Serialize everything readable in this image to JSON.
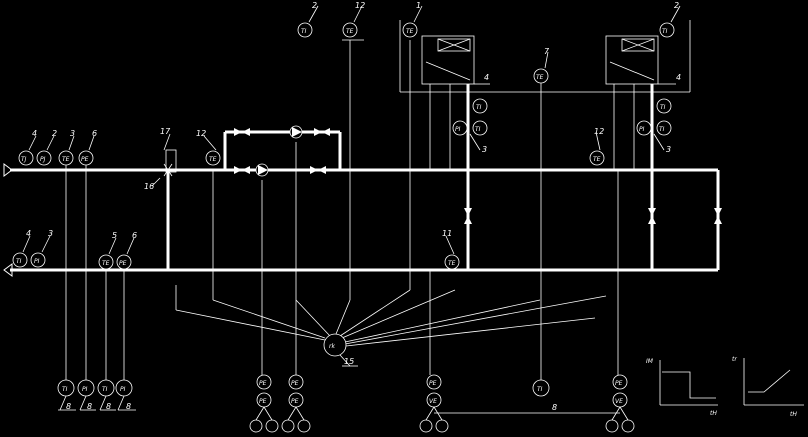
{
  "diagram": {
    "ref_top_2": "2",
    "ref_top_12": "12",
    "ref_top_1": "1",
    "ref_top_2r": "2",
    "ref_4_left": "4",
    "ref_2_left": "2",
    "ref_3_left": "3",
    "ref_6_left": "6",
    "ref_17": "17",
    "ref_16": "16",
    "ref_12_mid": "12",
    "ref_7": "7",
    "ref_4_c1": "4",
    "ref_3_c1": "3",
    "ref_12_right": "12",
    "ref_4_c2": "4",
    "ref_3_c2": "3",
    "ref_4_ret": "4",
    "ref_3_ret": "3",
    "ref_5_ret": "5",
    "ref_6_ret": "6",
    "ref_11": "11",
    "ref_15": "15",
    "ref_8_a": "8",
    "ref_8_b": "8",
    "ref_8_c": "8",
    "ref_8_d": "8",
    "ref_8_e": "8",
    "graph1_y": "IM",
    "graph1_x": "tH",
    "graph2_y": "tr",
    "graph2_x": "tH"
  }
}
